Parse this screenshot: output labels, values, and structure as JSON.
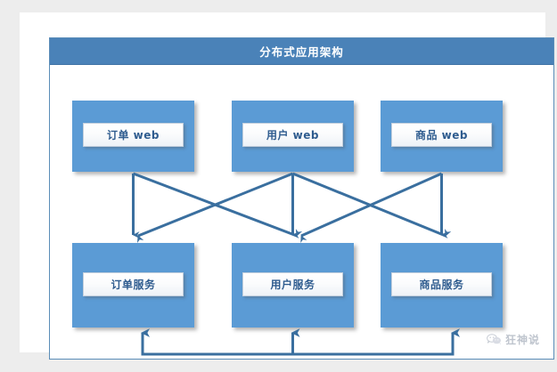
{
  "diagram": {
    "title": "分布式应用架构",
    "title_color": "#ffffff",
    "header_color": "#4a82b8",
    "node_color": "#5b9bd5",
    "connector_color": "#3a6f9f",
    "web_tier": [
      {
        "id": "order-web",
        "label": "订单 web"
      },
      {
        "id": "user-web",
        "label": "用户 web"
      },
      {
        "id": "product-web",
        "label": "商品 web"
      }
    ],
    "service_tier": [
      {
        "id": "order-service",
        "label": "订单服务"
      },
      {
        "id": "user-service",
        "label": "用户服务"
      },
      {
        "id": "product-service",
        "label": "商品服务"
      }
    ]
  },
  "watermark": {
    "icon": "wechat-icon",
    "text": "狂神说"
  }
}
